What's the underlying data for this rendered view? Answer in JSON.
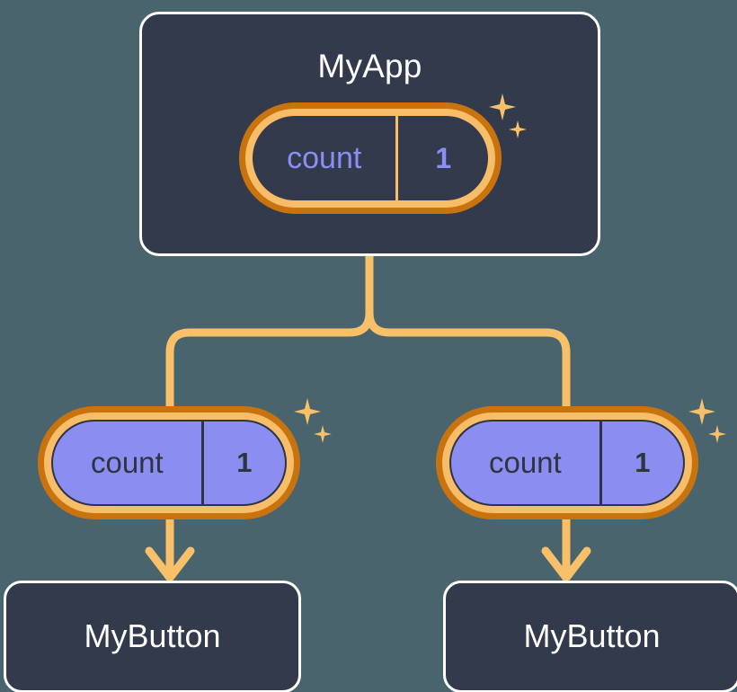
{
  "diagram": {
    "type": "component-tree",
    "background_color": "#4a646e",
    "accent_color": "#f9c06a",
    "ring_outer_color": "#c9730f",
    "ring_inner_color": "#f7bd68",
    "state_purple": "#8b8ef0",
    "card_dark": "#323a4b",
    "root": {
      "title": "MyApp",
      "state": {
        "key": "count",
        "value": "1"
      },
      "has_sparkle": true
    },
    "branches": [
      {
        "state": {
          "key": "count",
          "value": "1"
        },
        "has_sparkle": true,
        "child": {
          "title": "MyButton"
        }
      },
      {
        "state": {
          "key": "count",
          "value": "1"
        },
        "has_sparkle": true,
        "child": {
          "title": "MyButton"
        }
      }
    ]
  }
}
